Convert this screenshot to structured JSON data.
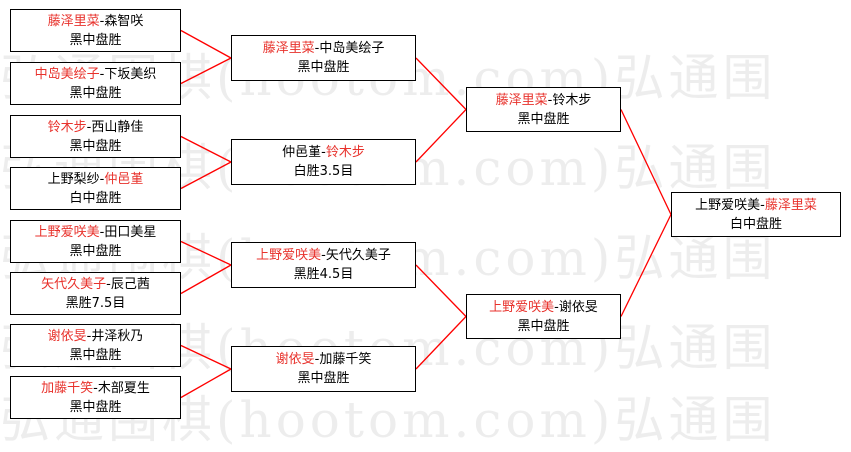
{
  "watermark": "弘通围棋(hootom.com)弘通围",
  "colors": {
    "winner": "#e8322c",
    "connector": "#ff0000",
    "border": "#000000",
    "watermark": "#d9d9d9"
  },
  "round1": [
    {
      "p1": "藤泽里菜",
      "p2": "森智咲",
      "winner": 1,
      "result": "黑中盘胜"
    },
    {
      "p1": "中岛美绘子",
      "p2": "下坂美织",
      "winner": 1,
      "result": "黑中盘胜"
    },
    {
      "p1": "铃木步",
      "p2": "西山静佳",
      "winner": 1,
      "result": "黑中盘胜"
    },
    {
      "p1": "上野梨纱",
      "p2": "仲邑堇",
      "winner": 2,
      "result": "白中盘胜"
    },
    {
      "p1": "上野爱咲美",
      "p2": "田口美星",
      "winner": 1,
      "result": "黑中盘胜"
    },
    {
      "p1": "矢代久美子",
      "p2": "辰己茜",
      "winner": 1,
      "result": "黑胜7.5目"
    },
    {
      "p1": "谢依旻",
      "p2": "井泽秋乃",
      "winner": 1,
      "result": "黑中盘胜"
    },
    {
      "p1": "加藤千笑",
      "p2": "木部夏生",
      "winner": 1,
      "result": "黑中盘胜"
    }
  ],
  "round2": [
    {
      "p1": "藤泽里菜",
      "p2": "中岛美绘子",
      "winner": 1,
      "result": "黑中盘胜"
    },
    {
      "p1": "仲邑堇",
      "p2": "铃木步",
      "winner": 2,
      "result": "白胜3.5目"
    },
    {
      "p1": "上野爱咲美",
      "p2": "矢代久美子",
      "winner": 1,
      "result": "黑胜4.5目"
    },
    {
      "p1": "谢依旻",
      "p2": "加藤千笑",
      "winner": 1,
      "result": "黑中盘胜"
    }
  ],
  "semifinal": [
    {
      "p1": "藤泽里菜",
      "p2": "铃木步",
      "winner": 1,
      "result": "黑中盘胜"
    },
    {
      "p1": "上野爱咲美",
      "p2": "谢依旻",
      "winner": 1,
      "result": "黑中盘胜"
    }
  ],
  "final": [
    {
      "p1": "上野爱咲美",
      "p2": "藤泽里菜",
      "winner": 2,
      "result": "白中盘胜"
    }
  ]
}
